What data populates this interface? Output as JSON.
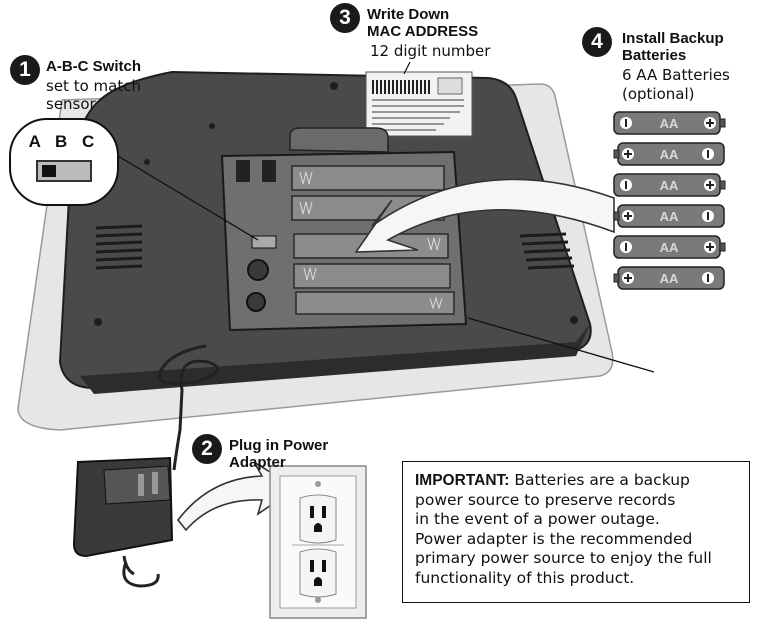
{
  "steps": [
    {
      "number": "1",
      "title": "A-B-C Switch",
      "subtitle_lines": [
        "set to match",
        "sensor"
      ]
    },
    {
      "number": "2",
      "title_lines": [
        "Plug in Power",
        "Adapter"
      ]
    },
    {
      "number": "3",
      "title_lines": [
        "Write Down",
        "MAC ADDRESS"
      ],
      "subtitle": "12 digit number"
    },
    {
      "number": "4",
      "title_lines": [
        "Install Backup",
        "Batteries"
      ],
      "subtitle_lines": [
        "6 AA Batteries",
        "(optional)"
      ]
    }
  ],
  "abc_switch": {
    "letters": "A B C"
  },
  "battery": {
    "label": "AA",
    "count": 6
  },
  "important": {
    "heading": "IMPORTANT:",
    "lines": [
      "Batteries are a backup",
      "power source to preserve records",
      "in the event of a power outage.",
      "Power adapter is the recommended",
      "primary power source to enjoy the full",
      "functionality of this product."
    ]
  }
}
